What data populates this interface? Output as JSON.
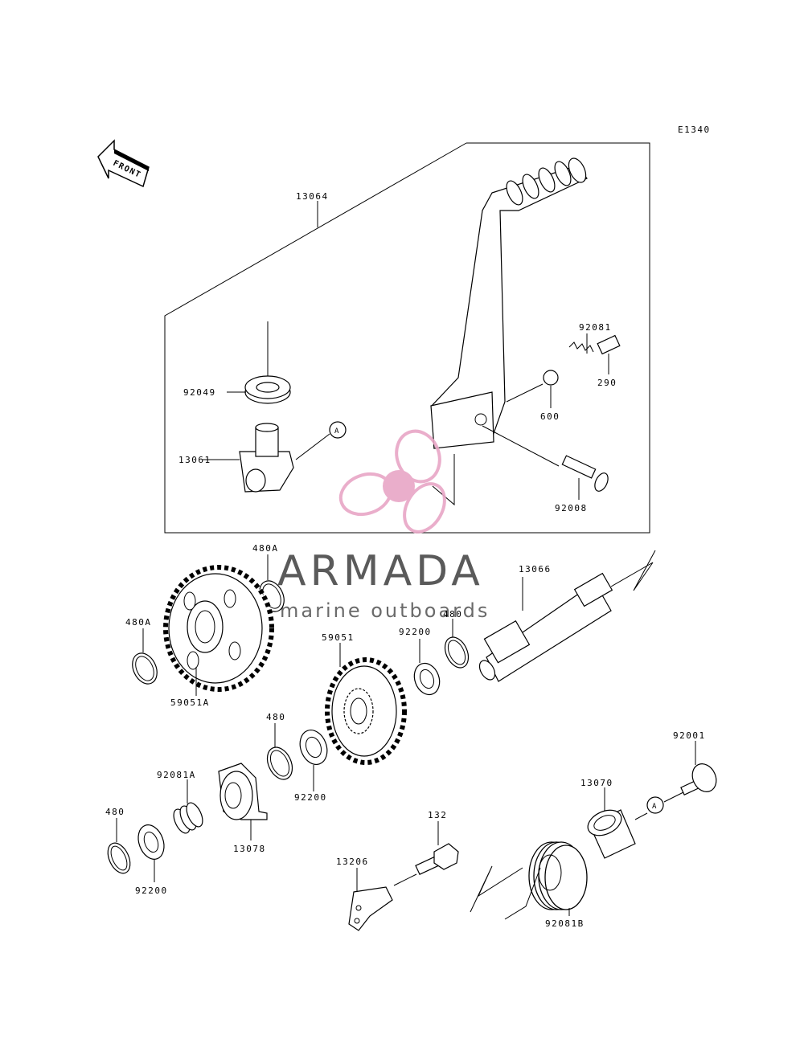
{
  "diagram_code": "E1340",
  "front_label": "FRONT",
  "watermark": {
    "brand": "ARMADA",
    "tagline": "marine outboards",
    "color_brand": "#5a5a5a",
    "color_logo": "#e8a6c6"
  },
  "callout_a": "A",
  "parts": {
    "p13064": "13064",
    "p92049": "92049",
    "p13061": "13061",
    "p92081": "92081",
    "p290": "290",
    "p600": "600",
    "p92008": "92008",
    "p480a_top": "480A",
    "p480a_left": "480A",
    "p59051a": "59051A",
    "p13066": "13066",
    "p59051": "59051",
    "p92200_top": "92200",
    "p480_top": "480",
    "p480_mid": "480",
    "p92200_mid": "92200",
    "p92081a": "92081A",
    "p13078": "13078",
    "p480_low": "480",
    "p92200_low": "92200",
    "p132": "132",
    "p13206": "13206",
    "p92001": "92001",
    "p13070": "13070",
    "p92081b": "92081B"
  }
}
